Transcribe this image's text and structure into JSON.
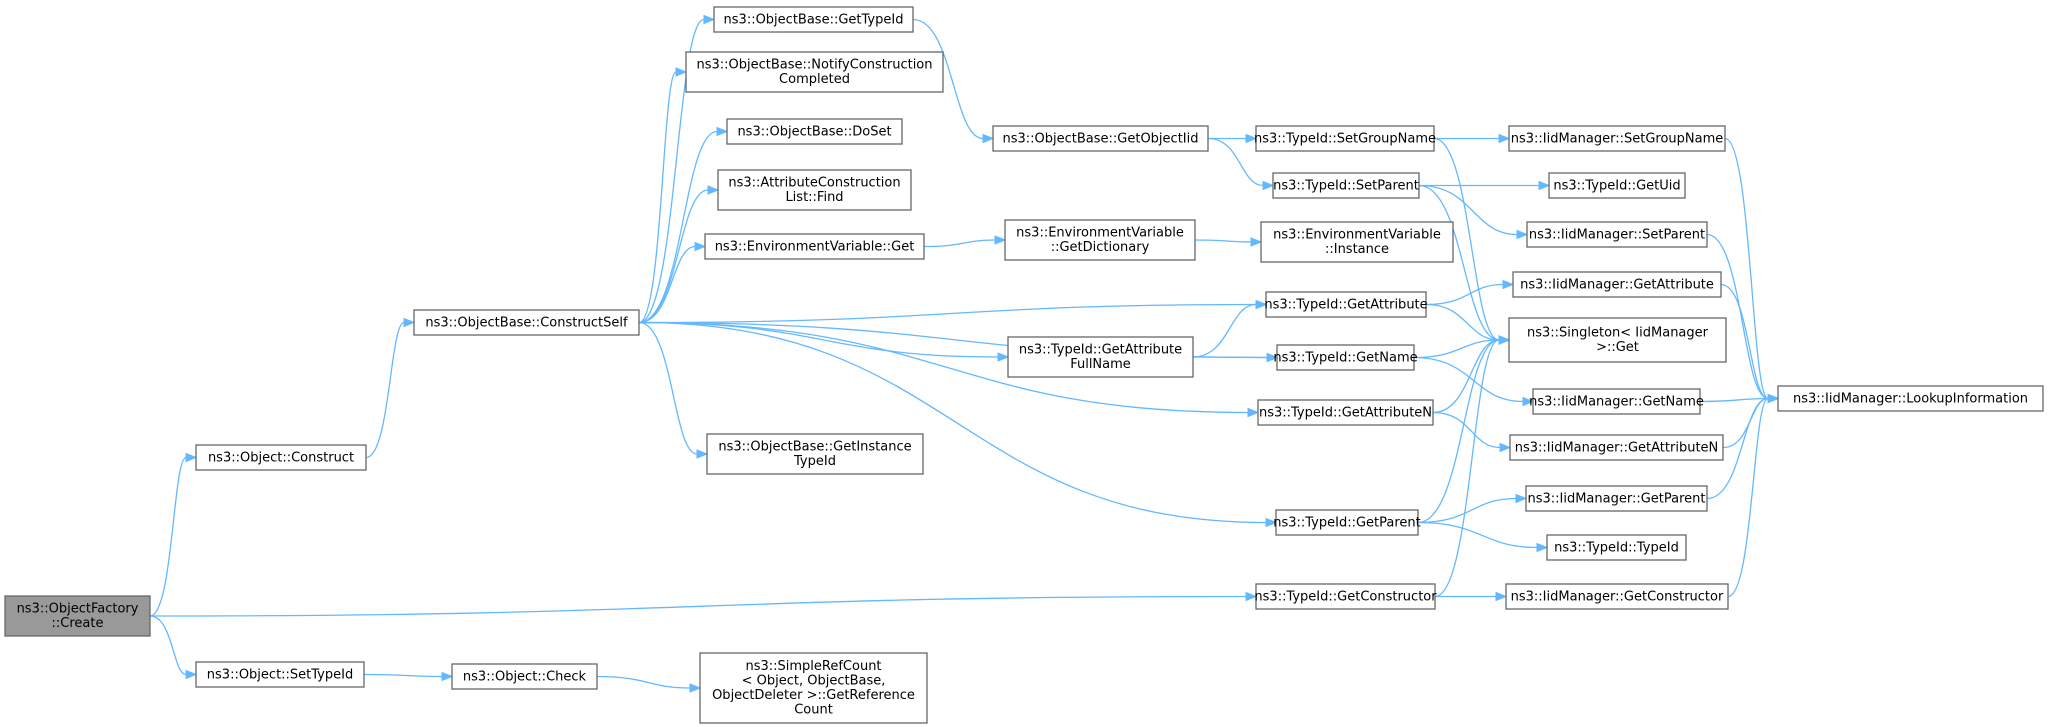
{
  "graph": {
    "nodes": [
      {
        "id": "create",
        "lines": [
          "ns3::ObjectFactory",
          "::Create"
        ],
        "root": true
      },
      {
        "id": "construct",
        "lines": [
          "ns3::Object::Construct"
        ]
      },
      {
        "id": "settypeid",
        "lines": [
          "ns3::Object::SetTypeId"
        ]
      },
      {
        "id": "constructself",
        "lines": [
          "ns3::ObjectBase::ConstructSelf"
        ]
      },
      {
        "id": "check",
        "lines": [
          "ns3::Object::Check"
        ]
      },
      {
        "id": "getrefcount",
        "lines": [
          "ns3::SimpleRefCount",
          "< Object, ObjectBase,",
          "ObjectDeleter >::GetReference",
          "Count"
        ]
      },
      {
        "id": "ob_gettypeid",
        "lines": [
          "ns3::ObjectBase::GetTypeId"
        ]
      },
      {
        "id": "ob_notify",
        "lines": [
          "ns3::ObjectBase::NotifyConstruction",
          "Completed"
        ]
      },
      {
        "id": "ob_doset",
        "lines": [
          "ns3::ObjectBase::DoSet"
        ]
      },
      {
        "id": "acl_find",
        "lines": [
          "ns3::AttributeConstruction",
          "List::Find"
        ]
      },
      {
        "id": "ev_get",
        "lines": [
          "ns3::EnvironmentVariable::Get"
        ]
      },
      {
        "id": "ob_getinstance",
        "lines": [
          "ns3::ObjectBase::GetInstance",
          "TypeId"
        ]
      },
      {
        "id": "ob_getobjectiid",
        "lines": [
          "ns3::ObjectBase::GetObjectIid"
        ]
      },
      {
        "id": "ev_getdict",
        "lines": [
          "ns3::EnvironmentVariable",
          "::GetDictionary"
        ]
      },
      {
        "id": "tid_getattrfull",
        "lines": [
          "ns3::TypeId::GetAttribute",
          "FullName"
        ]
      },
      {
        "id": "tid_setgroupname",
        "lines": [
          "ns3::TypeId::SetGroupName"
        ]
      },
      {
        "id": "tid_setparent",
        "lines": [
          "ns3::TypeId::SetParent"
        ]
      },
      {
        "id": "ev_instance",
        "lines": [
          "ns3::EnvironmentVariable",
          "::Instance"
        ]
      },
      {
        "id": "tid_getattribute",
        "lines": [
          "ns3::TypeId::GetAttribute"
        ]
      },
      {
        "id": "tid_getname",
        "lines": [
          "ns3::TypeId::GetName"
        ]
      },
      {
        "id": "tid_getattributen",
        "lines": [
          "ns3::TypeId::GetAttributeN"
        ]
      },
      {
        "id": "tid_getparent",
        "lines": [
          "ns3::TypeId::GetParent"
        ]
      },
      {
        "id": "tid_getconstructor",
        "lines": [
          "ns3::TypeId::GetConstructor"
        ]
      },
      {
        "id": "iid_setgroupname",
        "lines": [
          "ns3::IidManager::SetGroupName"
        ]
      },
      {
        "id": "tid_getuid",
        "lines": [
          "ns3::TypeId::GetUid"
        ]
      },
      {
        "id": "iid_setparent",
        "lines": [
          "ns3::IidManager::SetParent"
        ]
      },
      {
        "id": "iid_getattribute",
        "lines": [
          "ns3::IidManager::GetAttribute"
        ]
      },
      {
        "id": "singleton_get",
        "lines": [
          "ns3::Singleton< IidManager",
          ">::Get"
        ]
      },
      {
        "id": "iid_getname",
        "lines": [
          "ns3::IidManager::GetName"
        ]
      },
      {
        "id": "iid_getattributen",
        "lines": [
          "ns3::IidManager::GetAttributeN"
        ]
      },
      {
        "id": "iid_getparent",
        "lines": [
          "ns3::IidManager::GetParent"
        ]
      },
      {
        "id": "tid_typeid",
        "lines": [
          "ns3::TypeId::TypeId"
        ]
      },
      {
        "id": "iid_getconstructor",
        "lines": [
          "ns3::IidManager::GetConstructor"
        ]
      },
      {
        "id": "iid_lookup",
        "lines": [
          "ns3::IidManager::LookupInformation"
        ]
      }
    ],
    "edges": [
      [
        "create",
        "construct"
      ],
      [
        "create",
        "settypeid"
      ],
      [
        "create",
        "tid_getconstructor"
      ],
      [
        "construct",
        "constructself"
      ],
      [
        "settypeid",
        "check"
      ],
      [
        "check",
        "getrefcount"
      ],
      [
        "constructself",
        "ob_gettypeid"
      ],
      [
        "constructself",
        "ob_notify"
      ],
      [
        "constructself",
        "ob_doset"
      ],
      [
        "constructself",
        "acl_find"
      ],
      [
        "constructself",
        "ev_get"
      ],
      [
        "constructself",
        "tid_getattribute"
      ],
      [
        "constructself",
        "tid_getattrfull"
      ],
      [
        "constructself",
        "tid_getattributen"
      ],
      [
        "constructself",
        "tid_getname"
      ],
      [
        "constructself",
        "ob_getinstance"
      ],
      [
        "constructself",
        "tid_getparent"
      ],
      [
        "ob_gettypeid",
        "ob_getobjectiid"
      ],
      [
        "ob_getobjectiid",
        "tid_setgroupname"
      ],
      [
        "ob_getobjectiid",
        "tid_setparent"
      ],
      [
        "ev_get",
        "ev_getdict"
      ],
      [
        "ev_getdict",
        "ev_instance"
      ],
      [
        "tid_getattrfull",
        "tid_getattribute"
      ],
      [
        "tid_getattrfull",
        "tid_getname"
      ],
      [
        "tid_setgroupname",
        "iid_setgroupname"
      ],
      [
        "tid_setgroupname",
        "singleton_get"
      ],
      [
        "tid_setparent",
        "tid_getuid"
      ],
      [
        "tid_setparent",
        "iid_setparent"
      ],
      [
        "tid_setparent",
        "singleton_get"
      ],
      [
        "tid_getattribute",
        "iid_getattribute"
      ],
      [
        "tid_getattribute",
        "singleton_get"
      ],
      [
        "tid_getname",
        "singleton_get"
      ],
      [
        "tid_getname",
        "iid_getname"
      ],
      [
        "tid_getattributen",
        "singleton_get"
      ],
      [
        "tid_getattributen",
        "iid_getattributen"
      ],
      [
        "tid_getparent",
        "singleton_get"
      ],
      [
        "tid_getparent",
        "iid_getparent"
      ],
      [
        "tid_getparent",
        "tid_typeid"
      ],
      [
        "tid_getconstructor",
        "singleton_get"
      ],
      [
        "tid_getconstructor",
        "iid_getconstructor"
      ],
      [
        "iid_setgroupname",
        "iid_lookup"
      ],
      [
        "iid_setparent",
        "iid_lookup"
      ],
      [
        "iid_getattribute",
        "iid_lookup"
      ],
      [
        "iid_getname",
        "iid_lookup"
      ],
      [
        "iid_getattributen",
        "iid_lookup"
      ],
      [
        "iid_getparent",
        "iid_lookup"
      ],
      [
        "iid_getconstructor",
        "iid_lookup"
      ]
    ]
  }
}
